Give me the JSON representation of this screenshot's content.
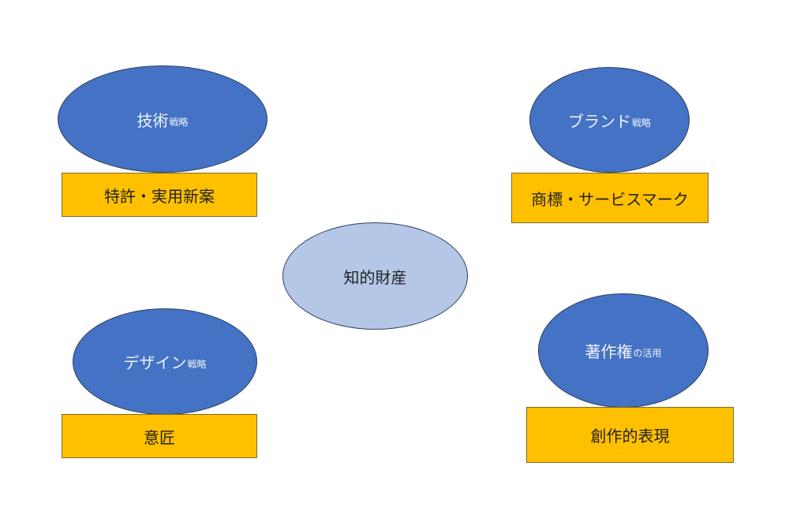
{
  "center": {
    "label": "知的財産"
  },
  "nodes": [
    {
      "main": "技術",
      "sub": "戦略",
      "box": "特許・実用新案"
    },
    {
      "main": "ブランド",
      "sub": "戦略",
      "box": "商標・サービスマーク"
    },
    {
      "main": "デザイン",
      "sub": "戦略",
      "box": "意匠"
    },
    {
      "main": "著作権",
      "sub": "の活用",
      "box": "創作的表現"
    }
  ],
  "colors": {
    "ellipse": "#4472c4",
    "center": "#b4c7e7",
    "box": "#ffc000"
  }
}
